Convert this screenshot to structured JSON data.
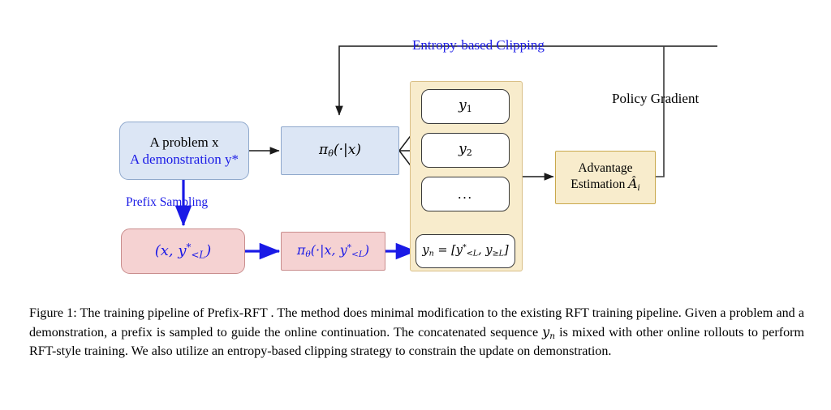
{
  "figure": {
    "nodes": {
      "input_box": {
        "line1": "A problem x",
        "line2": "A demonstration y*"
      },
      "policy_box": {
        "label": "πθ(·|x)"
      },
      "prefix_box": {
        "label": "(x, y*<L)"
      },
      "prefix_policy_box": {
        "label": "πθ(·|x, y*<L)"
      },
      "rollouts": [
        {
          "label": "y1"
        },
        {
          "label": "y2"
        },
        {
          "label": "..."
        }
      ],
      "concat_box": {
        "label": "yn = [y*<L, y≥L]"
      },
      "advantage_box": {
        "line1": "Advantage",
        "line2": "Estimation Âi"
      }
    },
    "edge_labels": {
      "entropy_clipping": "Entropy-based Clipping",
      "policy_gradient": "Policy Gradient",
      "prefix_sampling": "Prefix Sampling"
    },
    "colors": {
      "blue_fill": "#dce6f5",
      "blue_stroke": "#8fa8cc",
      "pink_fill": "#f5d2d2",
      "pink_stroke": "#c98d8d",
      "yellow_fill": "#f8eccc",
      "yellow_stroke": "#d9bf87",
      "accent_blue_text": "#1a1ae6",
      "arrow_black": "#1a1a1a"
    }
  },
  "caption": {
    "prefix": "Figure 1:",
    "text": " The training pipeline of Prefix-RFT . The method does minimal modification to the existing RFT training pipeline. Given a problem and a demonstration, a prefix is sampled to guide the online continuation. The concatenated sequence yn is mixed with other online rollouts to perform RFT-style training. We also utilize an entropy-based clipping strategy to constrain the update on demonstration.",
    "part1": " The training pipeline of Prefix-RFT . The method does minimal modification to the existing RFT training pipeline. Given a problem and a demonstration, a prefix is sampled to guide the online continuation. The concatenated sequence ",
    "math_token": "yn",
    "part2": " is mixed with other online rollouts to perform RFT-style training. We also utilize an entropy-based clipping strategy to constrain the update on demonstration."
  }
}
